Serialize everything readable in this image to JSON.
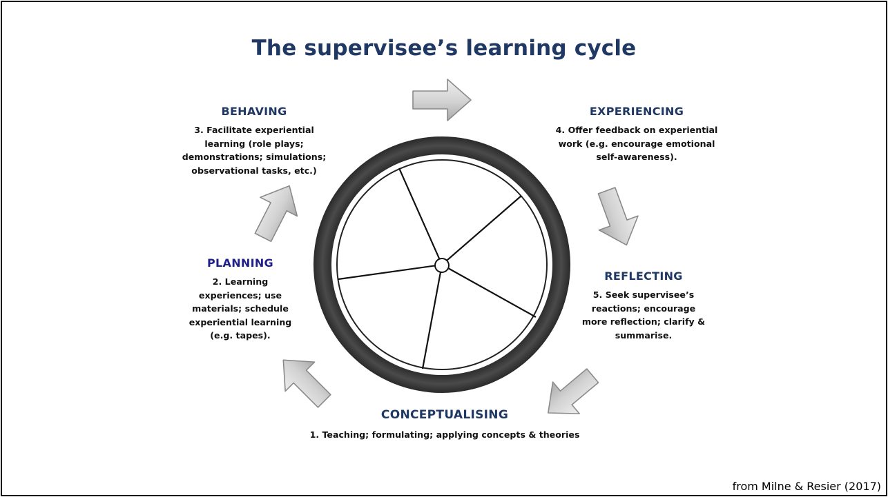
{
  "title": "The supervisee’s learning cycle",
  "stages": {
    "behaving": {
      "heading": "BEHAVING",
      "lines": [
        "3. Facilitate experiential",
        "learning (role plays;",
        "demonstrations; simulations;",
        "observational tasks, etc.)"
      ]
    },
    "experiencing": {
      "heading": "EXPERIENCING",
      "lines": [
        "4. Offer feedback on experiential",
        "work (e.g. encourage emotional",
        "self-awareness)."
      ]
    },
    "planning": {
      "heading": "PLANNING",
      "lines": [
        "2. Learning",
        "experiences; use",
        "materials; schedule",
        "experiential learning",
        "(e.g. tapes)."
      ]
    },
    "reflecting": {
      "heading": "REFLECTING",
      "lines": [
        "5. Seek supervisee’s",
        "reactions; encourage",
        "more reflection; clarify &",
        "summarise."
      ]
    },
    "conceptualising": {
      "heading": "CONCEPTUALISING",
      "lines": [
        "1.  Teaching; formulating; applying concepts & theories"
      ]
    }
  },
  "citation": "from Milne & Resier (2017)",
  "colors": {
    "heading": "#1f3864",
    "planning_heading": "#1f1f8c",
    "tire": "#3a3a3a",
    "arrow_fill": "#d0d0d0",
    "arrow_stroke": "#8a8a8a"
  }
}
